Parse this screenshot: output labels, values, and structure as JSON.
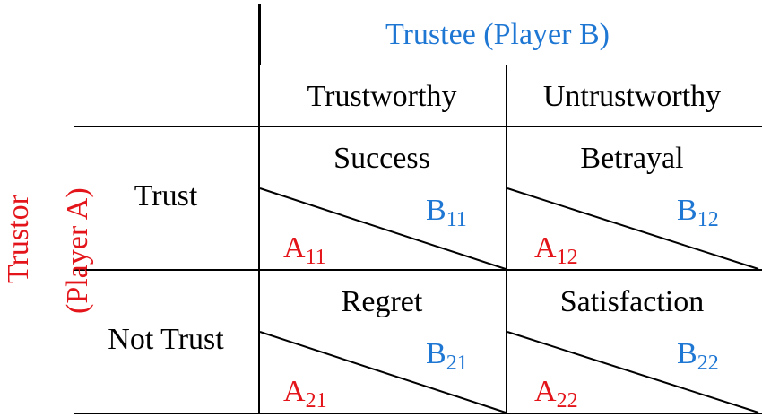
{
  "trustee_header": "Trustee (Player B)",
  "trustor_label": "Trustor",
  "trustor_sub": "(Player A)",
  "columns": [
    "Trustworthy",
    "Untrustworthy"
  ],
  "rows": [
    "Trust",
    "Not Trust"
  ],
  "cells": [
    {
      "outcome": "Success",
      "a_letter": "A",
      "a_sub": "11",
      "b_letter": "B",
      "b_sub": "11"
    },
    {
      "outcome": "Betrayal",
      "a_letter": "A",
      "a_sub": "12",
      "b_letter": "B",
      "b_sub": "12"
    },
    {
      "outcome": "Regret",
      "a_letter": "A",
      "a_sub": "21",
      "b_letter": "B",
      "b_sub": "21"
    },
    {
      "outcome": "Satisfaction",
      "a_letter": "A",
      "a_sub": "22",
      "b_letter": "B",
      "b_sub": "22"
    }
  ],
  "colors": {
    "trustee": "#1f77d4",
    "trustor": "#e3151a",
    "line": "#000000"
  }
}
